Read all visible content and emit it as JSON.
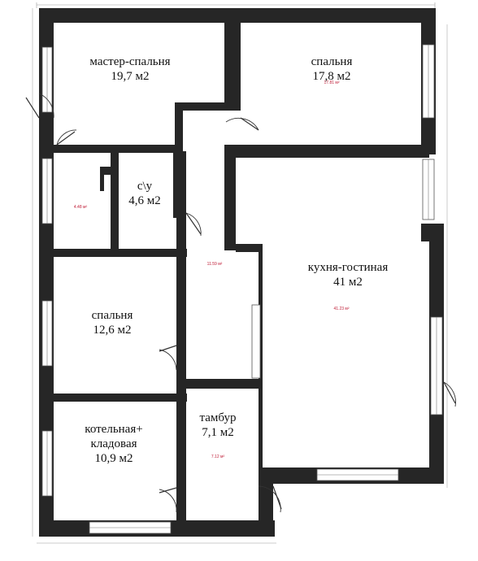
{
  "colors": {
    "wall": "#262626",
    "area_note": "#c0203a"
  },
  "rooms": {
    "master": {
      "name": "мастер-спальня",
      "area": "19,7 м2"
    },
    "bed1": {
      "name": "спальня",
      "area": "17,8 м2",
      "note": "17.81 м²"
    },
    "wc": {
      "name": "с\\у",
      "area": "4,6 м2"
    },
    "small": {
      "note": "4.48 м²"
    },
    "hall": {
      "note": "11.59 м²"
    },
    "kitchen": {
      "name": "кухня-гостиная",
      "area": "41 м2",
      "note": "41.23 м²"
    },
    "bed2": {
      "name": "спальня",
      "area": "12,6 м2"
    },
    "boiler": {
      "line1": "котельная+",
      "line2": "кладовая",
      "area": "10,9 м2"
    },
    "tambur": {
      "name": "тамбур",
      "area": "7,1 м2",
      "note": "7.12 м²"
    }
  }
}
